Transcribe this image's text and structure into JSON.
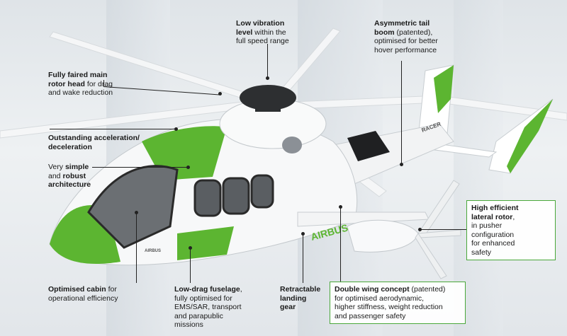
{
  "callouts": [
    {
      "id": "vibration",
      "bold": "Low vibration\nlevel",
      "rest": " within the\nfull speed range"
    },
    {
      "id": "tail-boom",
      "bold": "Asymmetric tail\nboom",
      "rest": " (patented),\noptimised for better\nhover performance"
    },
    {
      "id": "rotor-head",
      "bold": "Fully faired main\nrotor head",
      "rest": " for drag\nand wake reduction"
    },
    {
      "id": "acceleration",
      "bold": "Outstanding acceleration/\ndeceleration",
      "rest": ""
    },
    {
      "id": "simple",
      "pre": "Very ",
      "bold": "simple",
      "mid": "\nand ",
      "bold2": "robust\narchitecture",
      "rest": ""
    },
    {
      "id": "lateral-rotor",
      "bold": "High efficient\nlateral rotor",
      "rest": ",\nin pusher\nconfiguration\nfor enhanced\nsafety"
    },
    {
      "id": "cabin",
      "bold": "Optimised cabin",
      "rest": " for\noperational efficiency"
    },
    {
      "id": "fuselage",
      "bold": "Low-drag fuselage",
      "rest": ",\nfully optimised for\nEMS/SAR, transport\nand parapublic\nmissions"
    },
    {
      "id": "landing-gear",
      "bold": "Retractable\nlanding\ngear",
      "rest": ""
    },
    {
      "id": "double-wing",
      "bold": "Double wing concept",
      "rest": " (patented)\nfor optimised aerodynamic,\nhigher stiffness, weight reduction\nand passenger safety"
    }
  ],
  "branding": {
    "side": "AIRBUS",
    "tail": "RACER",
    "door": "AIRBUS"
  },
  "colors": {
    "accent": "#5cb531",
    "border": "#4aa83a",
    "text": "#1a1a1a"
  }
}
